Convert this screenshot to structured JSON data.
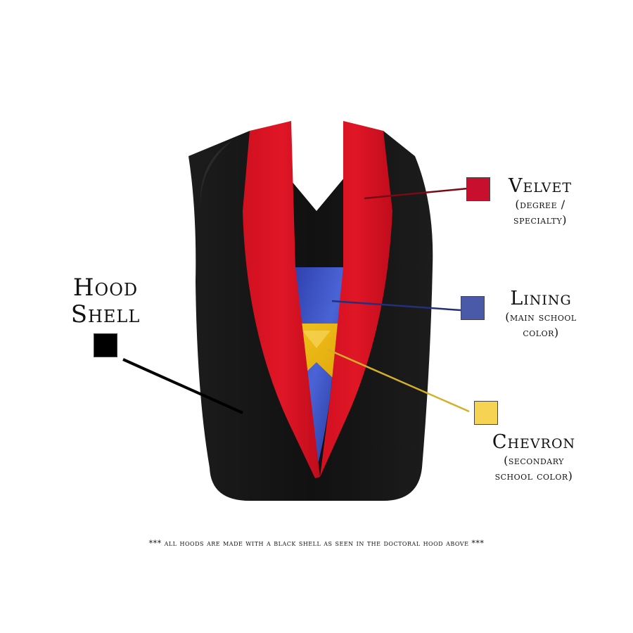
{
  "colors": {
    "velvet": "#c8102e",
    "lining": "#4a5aa8",
    "chevron": "#f7d354",
    "shell": "#000000"
  },
  "labels": {
    "velvet": {
      "title": "Velvet",
      "sub1": "(degree /",
      "sub2": "specialty)"
    },
    "lining": {
      "title": "Lining",
      "sub1": "(main school",
      "sub2": "color)"
    },
    "chevron": {
      "title": "Chevron",
      "sub1": "(secondary",
      "sub2": "school color)"
    },
    "shell": {
      "title1": "Hood",
      "title2": "Shell"
    }
  },
  "footnote": "*** all hoods are made with a black shell as seen in the doctoral hood above ***"
}
